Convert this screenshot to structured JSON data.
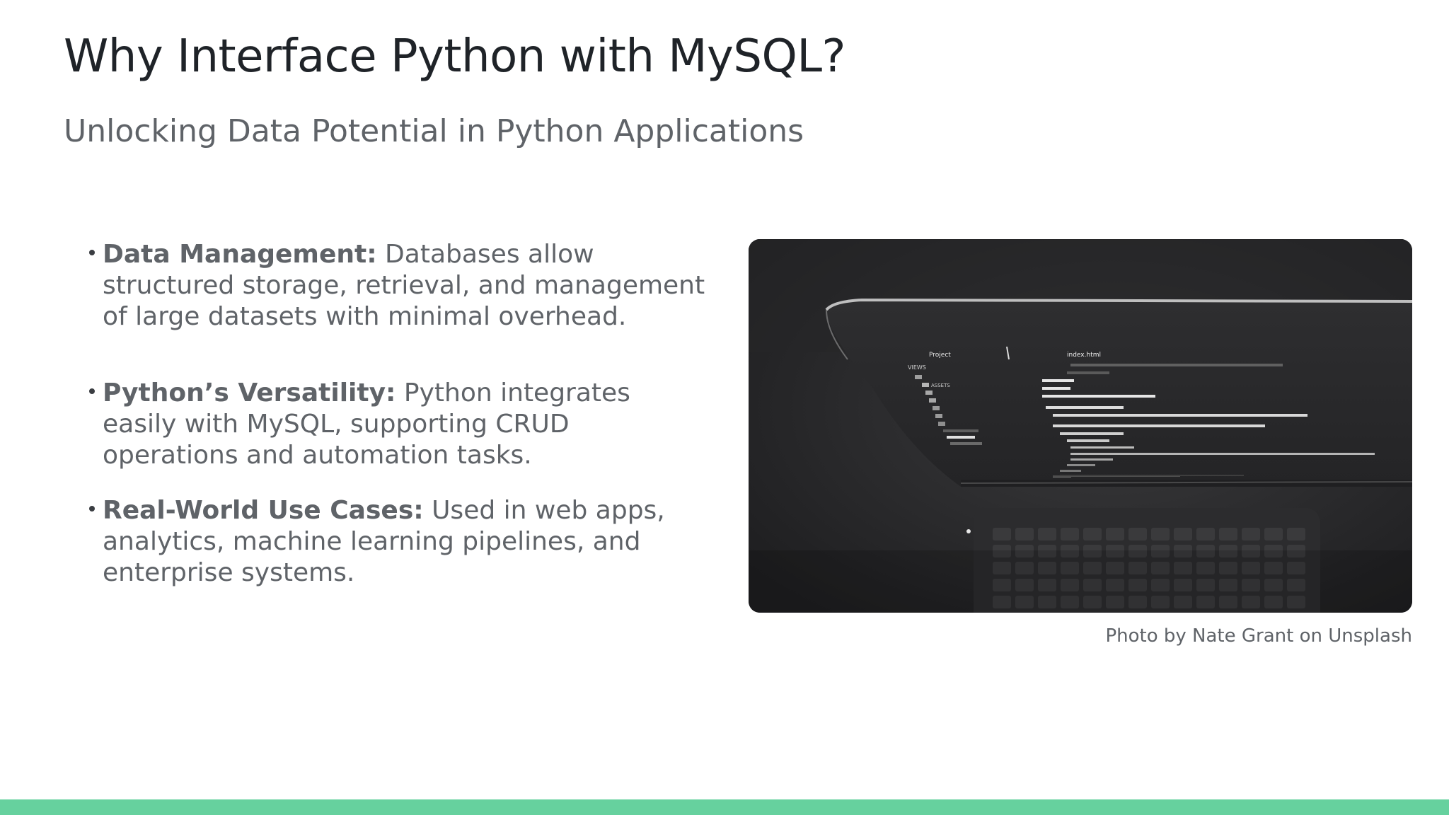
{
  "slide": {
    "title": "Why Interface Python with MySQL?",
    "subtitle": "Unlocking Data Potential in Python Applications",
    "bullets": [
      {
        "heading": "Data Management:",
        "text": " Databases allow structured storage, retrieval, and management of large datasets with minimal overhead."
      },
      {
        "heading": "Python’s Versatility:",
        "text": " Python integrates easily with MySQL, supporting CRUD operations and automation tasks."
      },
      {
        "heading": "Real-World Use Cases:",
        "text": " Used in web apps, analytics, machine learning pipelines, and enterprise systems."
      }
    ],
    "photo": {
      "description_icon": "laptop-code-photo",
      "caption": "Photo by Nate Grant on Unsplash",
      "screen_texts": {
        "project_label": "Project",
        "file_name": "index.html",
        "views_label": "VIEWS",
        "assets_label": "ASSETS"
      }
    },
    "colors": {
      "accent": "#66d19e",
      "title": "#1f2328",
      "body": "#5f6368"
    }
  }
}
